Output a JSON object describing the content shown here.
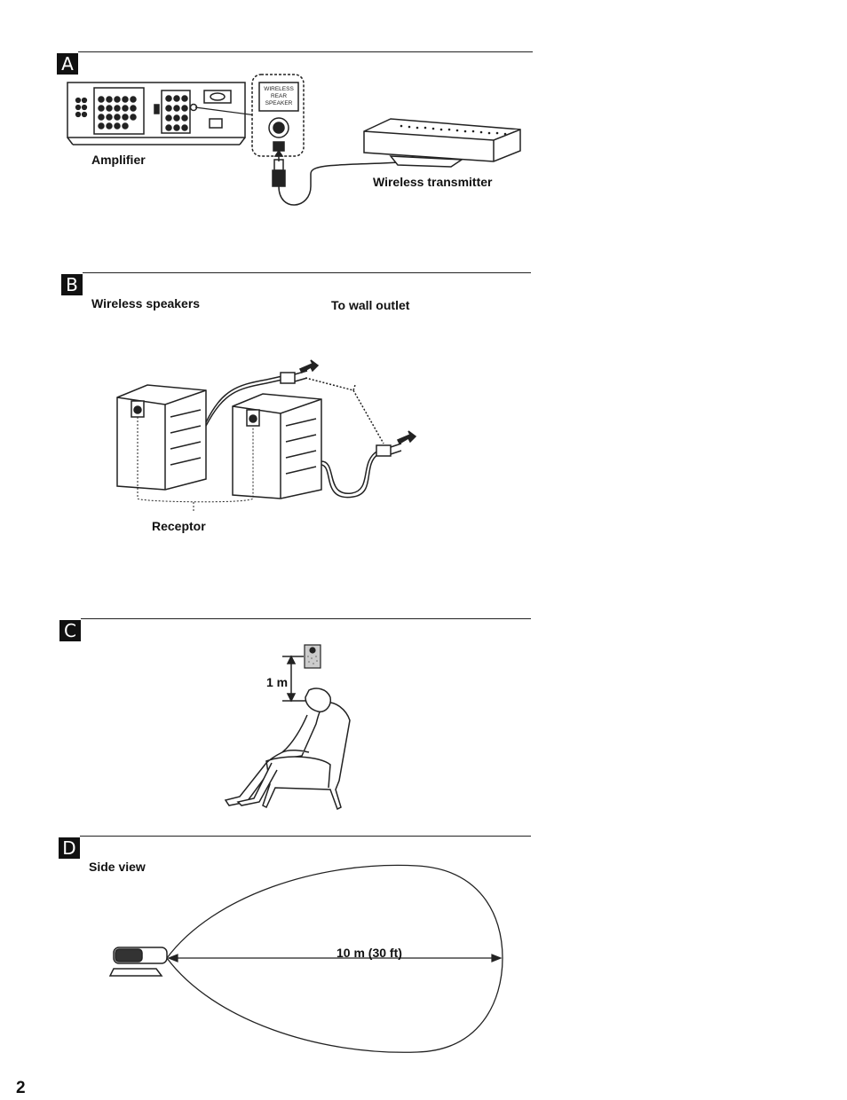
{
  "sections": {
    "a": {
      "letter": "A",
      "amplifier_label": "Amplifier",
      "transmitter_label": "Wireless transmitter",
      "jack_label_lines": [
        "WIRELESS",
        "REAR",
        "SPEAKER"
      ]
    },
    "b": {
      "letter": "B",
      "speakers_label": "Wireless speakers",
      "wall_outlet_label": "To wall outlet",
      "receptor_label": "Receptor"
    },
    "c": {
      "letter": "C",
      "height_label": "1 m"
    },
    "d": {
      "letter": "D",
      "side_view_label": "Side view",
      "range_label": "10 m (30 ft)"
    }
  },
  "page_number": "2"
}
